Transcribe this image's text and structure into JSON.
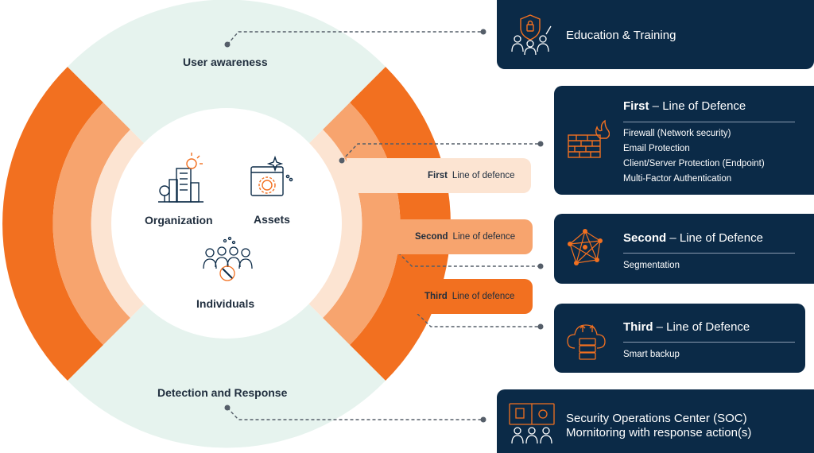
{
  "ring_labels": {
    "top": "User awareness",
    "bottom": "Detection and Response"
  },
  "core": {
    "organization": "Organization",
    "assets": "Assets",
    "individuals": "Individuals"
  },
  "tabs": [
    {
      "strong": "First",
      "text": "Line of defence"
    },
    {
      "strong": "Second",
      "text": "Line of defence"
    },
    {
      "strong": "Third",
      "text": "Line of defence"
    }
  ],
  "panels": {
    "education": {
      "title": "Education & Training",
      "icon": "shield-people-icon"
    },
    "first": {
      "strong": "First",
      "title": " – Line of Defence",
      "icon": "firewall-icon",
      "items": [
        "Firewall (Network security)",
        "Email Protection",
        "Client/Server Protection (Endpoint)",
        "Multi-Factor Authentication"
      ]
    },
    "second": {
      "strong": "Second",
      "title": " – Line of Defence",
      "icon": "network-icon",
      "items": [
        "Segmentation"
      ]
    },
    "third": {
      "strong": "Third",
      "title": " – Line of Defence",
      "icon": "cloud-backup-icon",
      "items": [
        "Smart backup"
      ]
    },
    "soc": {
      "line1": "Security Operations Center (SOC)",
      "line2": "Mornitoring with response action(s)",
      "icon": "soc-icon"
    }
  },
  "colors": {
    "navy": "#0b2a47",
    "orange": "#f27020",
    "orange_mid": "#f7a46e",
    "orange_light": "#fce4d2",
    "mint": "#e6f3ee",
    "icon_orange": "#f27020",
    "icon_dark": "#0b2a47"
  }
}
